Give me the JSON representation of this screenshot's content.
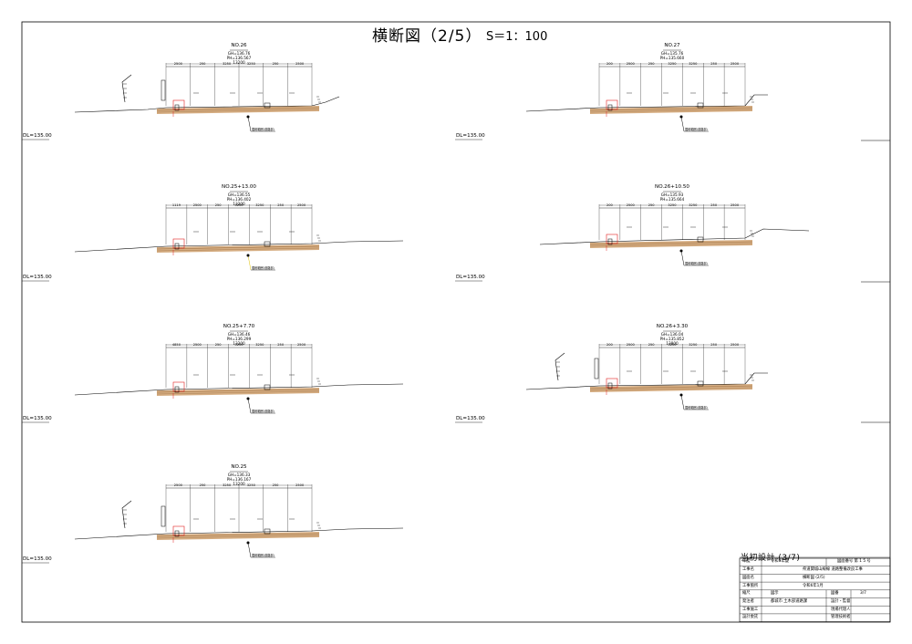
{
  "sheet": {
    "title": "横断図（2/5）",
    "scale": "S＝1：100",
    "datum_label": "DL=135.00"
  },
  "sections": [
    {
      "id": "s1",
      "station": "NO.26",
      "gh": "GH=136.76",
      "ph": "PH=136.567",
      "total": "13200",
      "dims": [
        "2500",
        "250",
        "3250",
        "3250",
        "250",
        "2500"
      ],
      "left_dim": "",
      "note": "掘削範囲(道路部)"
    },
    {
      "id": "s2",
      "station": "NO.27",
      "gh": "GH=135.76",
      "ph": "PH=135.660",
      "total": "",
      "dims": [
        "200",
        "2500",
        "250",
        "3250",
        "3250",
        "250",
        "2500"
      ],
      "left_dim": "",
      "note": "掘削範囲(道路部)"
    },
    {
      "id": "s3",
      "station": "NO.25+13.00",
      "gh": "GH=136.55",
      "ph": "PH=136.402",
      "total": "13200",
      "dims": [
        "1119",
        "2500",
        "250",
        "3250",
        "3250",
        "250",
        "2500"
      ],
      "left_dim": "",
      "note": "掘削範囲(道路部)"
    },
    {
      "id": "s4",
      "station": "NO.26+10.50",
      "gh": "GH=135.93",
      "ph": "PH=135.664",
      "total": "",
      "dims": [
        "200",
        "2500",
        "250",
        "3250",
        "3250",
        "250",
        "2500"
      ],
      "left_dim": "",
      "note": "掘削範囲(道路部)"
    },
    {
      "id": "s5",
      "station": "NO.25+7.70",
      "gh": "GH=136.46",
      "ph": "PH=136.299",
      "total": "13200",
      "dims": [
        "4850",
        "2500",
        "250",
        "3250",
        "3250",
        "250",
        "2500"
      ],
      "left_dim": "",
      "note": "掘削範囲(道路部)"
    },
    {
      "id": "s6",
      "station": "NO.26+3.30",
      "gh": "GH=136.04",
      "ph": "PH=135.852",
      "total": "13800",
      "dims": [
        "200",
        "2500",
        "250",
        "3250",
        "3250",
        "250",
        "2500"
      ],
      "left_dim": "",
      "note": "掘削範囲(道路部)"
    },
    {
      "id": "s7",
      "station": "NO.25",
      "gh": "GH=136.33",
      "ph": "PH=136.167",
      "total": "13200",
      "dims": [
        "2500",
        "250",
        "3250",
        "3250",
        "250",
        "2500"
      ],
      "left_dim": "",
      "note": "掘削範囲(道路部)"
    }
  ],
  "title_block": {
    "header": "当初設計 (3/7)",
    "rows": [
      [
        "年度",
        "令和6年度",
        "",
        "図面番号 第 1 5 号"
      ],
      [
        "工事名",
        "県道関城山線線 道路整備改良工事",
        "",
        ""
      ],
      [
        "図面名",
        "横断図 (2/5)",
        "",
        ""
      ],
      [
        "工事箇所",
        "令和6年1月",
        "",
        ""
      ],
      [
        "縮尺",
        "図示",
        "図番",
        "3/7"
      ],
      [
        "発注者",
        "都城市 土木部道路課",
        "設計・監督",
        ""
      ],
      [
        "工事施工",
        "",
        "現場代理人",
        ""
      ],
      [
        "設計委託",
        "",
        "管理技術者",
        ""
      ]
    ]
  },
  "colors": {
    "line": "#000000",
    "pavement": "#c8935a",
    "pavement_dark": "#8a5a2b",
    "red": "#e02020",
    "yellow": "#e0c000"
  }
}
